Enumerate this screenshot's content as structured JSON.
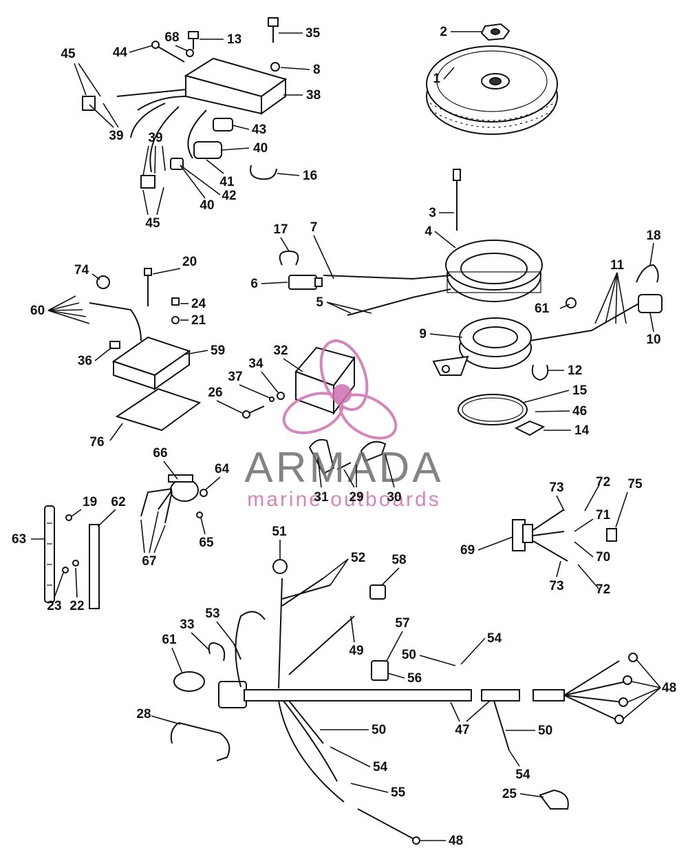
{
  "watermark": {
    "brand": "ARMADA",
    "tagline": "marine outboards",
    "accent_color": "#d070b0",
    "text_color": "#6e6e6e"
  },
  "callouts": [
    "1",
    "2",
    "3",
    "4",
    "5",
    "6",
    "7",
    "8",
    "9",
    "10",
    "11",
    "12",
    "13",
    "14",
    "15",
    "16",
    "17",
    "18",
    "19",
    "20",
    "21",
    "22",
    "23",
    "24",
    "25",
    "26",
    "28",
    "29",
    "30",
    "31",
    "32",
    "33",
    "34",
    "35",
    "36",
    "37",
    "38",
    "39",
    "39",
    "40",
    "40",
    "41",
    "42",
    "43",
    "44",
    "45",
    "45",
    "46",
    "47",
    "48",
    "48",
    "49",
    "50",
    "50",
    "50",
    "51",
    "52",
    "53",
    "54",
    "54",
    "54",
    "55",
    "56",
    "57",
    "58",
    "59",
    "60",
    "61",
    "61",
    "62",
    "63",
    "64",
    "65",
    "66",
    "67",
    "68",
    "69",
    "70",
    "71",
    "72",
    "72",
    "73",
    "73",
    "74",
    "75",
    "76"
  ]
}
